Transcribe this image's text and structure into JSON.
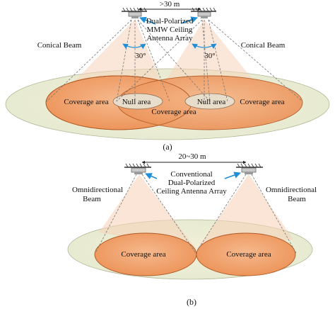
{
  "panel_a": {
    "distance_label": ">30 m",
    "antenna_label_lines": [
      "Dual-Polarized",
      "MMW Ceiling",
      "Antenna Array"
    ],
    "beam_left_label": "Conical Beam",
    "beam_right_label": "Conical Beam",
    "angle_left_label": "30°",
    "angle_right_label": "30°",
    "coverage_left_label": "Coverage area",
    "coverage_right_label": "Coverage area",
    "coverage_center_label": "Coverage area",
    "null_left_label": "Null area",
    "null_right_label": "Null area",
    "caption": "(a)"
  },
  "panel_b": {
    "distance_label": "20~30 m",
    "antenna_label_lines": [
      "Conventional",
      "Dual-Polarized",
      "Ceiling Antenna Array"
    ],
    "beam_left_label_lines": [
      "Omnidirectional",
      "Beam"
    ],
    "beam_right_label_lines": [
      "Omnidirectional",
      "Beam"
    ],
    "coverage_left_label": "Coverage area",
    "coverage_right_label": "Coverage area",
    "caption": "(b)"
  },
  "colors": {
    "outer_ellipse": "#e9edd8",
    "coverage": "#f0a36e",
    "coverage_edge": "#b05a25",
    "null_area": "#e6ddcf",
    "arrow_blue": "#1e8fd6",
    "beam_light": "#f7d9c4"
  }
}
